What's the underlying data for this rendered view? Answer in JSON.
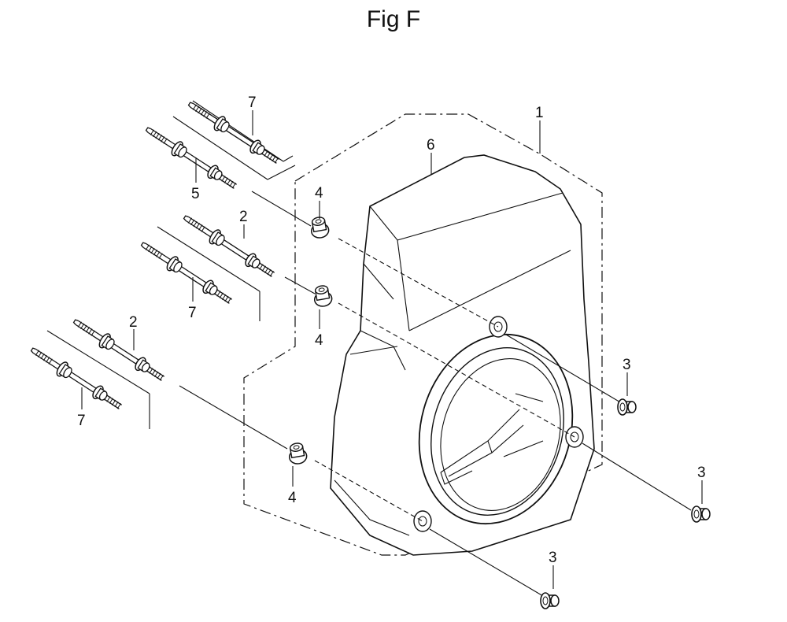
{
  "figure": {
    "title": "Fig F"
  },
  "callouts": {
    "c1": "1",
    "c2a": "2",
    "c2b": "2",
    "c3a": "3",
    "c3b": "3",
    "c3c": "3",
    "c4a": "4",
    "c4b": "4",
    "c4c": "4",
    "c5": "5",
    "c6": "6",
    "c7a": "7",
    "c7b": "7",
    "c7c": "7"
  }
}
